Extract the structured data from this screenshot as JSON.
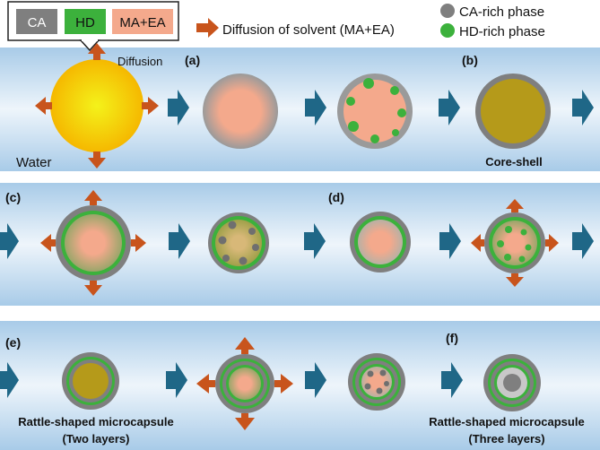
{
  "legend": {
    "ca_label": "CA",
    "hd_label": "HD",
    "mix_label": "MA+EA",
    "diffusion_note": "Diffusion of solvent (MA+EA)",
    "ca_phase": "CA-rich phase",
    "hd_phase": "HD-rich phase"
  },
  "labels": {
    "diffusion": "Diffusion",
    "water": "Water",
    "a": "(a)",
    "b": "(b)",
    "c": "(c)",
    "d": "(d)",
    "e": "(e)",
    "f": "(f)",
    "core_shell": "Core-shell",
    "rattle_1": "Rattle-shaped microcapsule",
    "two_layers": "(Two layers)",
    "rattle_2": "Rattle-shaped microcapsule",
    "three_layers": "(Three layers)"
  },
  "colors": {
    "ca": "#7f7f7f",
    "hd": "#3cb13c",
    "mix": "#f4a98c",
    "arrow": "#c8541c",
    "flow_arrow": "#1f6787",
    "droplet": "#f7c400",
    "core": "#b59a1a"
  }
}
